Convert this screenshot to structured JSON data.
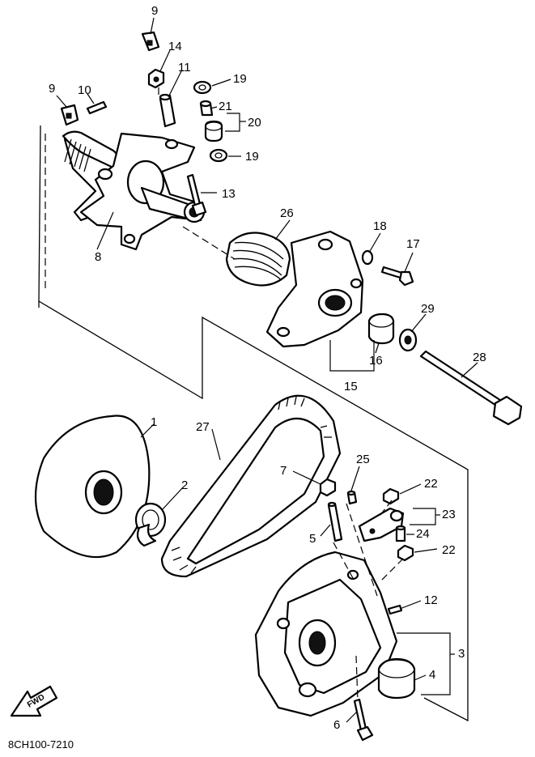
{
  "diagram_code": "8CH100-7210",
  "fwd_label": "FWD",
  "callouts": {
    "c1": "1",
    "c2": "2",
    "c3": "3",
    "c4": "4",
    "c5": "5",
    "c6": "6",
    "c7": "7",
    "c8": "8",
    "c9a": "9",
    "c9b": "9",
    "c10": "10",
    "c11": "11",
    "c12": "12",
    "c13": "13",
    "c14": "14",
    "c15": "15",
    "c16": "16",
    "c17": "17",
    "c18": "18",
    "c19a": "19",
    "c19b": "19",
    "c20": "20",
    "c21": "21",
    "c22a": "22",
    "c22b": "22",
    "c23": "23",
    "c24": "24",
    "c25": "25",
    "c26": "26",
    "c27": "27",
    "c28": "28",
    "c29": "29"
  }
}
